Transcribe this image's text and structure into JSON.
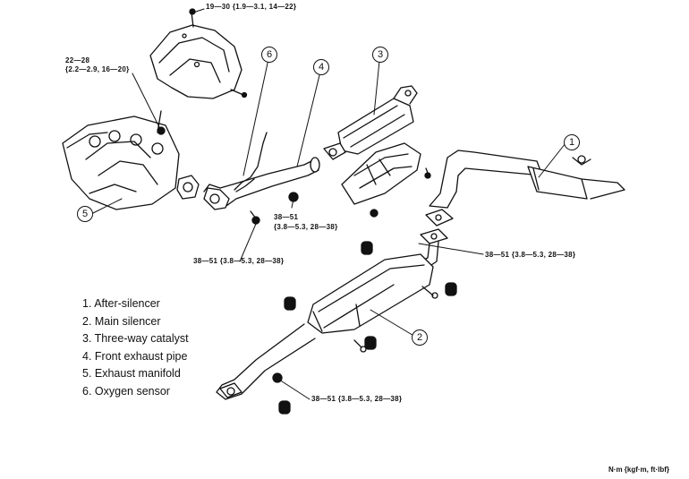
{
  "callouts": {
    "c1": "1",
    "c2": "2",
    "c3": "3",
    "c4": "4",
    "c5": "5",
    "c6": "6"
  },
  "torque_specs": {
    "top": "19—30 {1.9—3.1, 14—22}",
    "heat_shield_line1": "22—28",
    "heat_shield_line2": "{2.2—2.9, 16—20}",
    "front_pipe_center_line1": "38—51",
    "front_pipe_center_line2": "{3.8—5.3, 28—38}",
    "front_pipe_bottom": "38—51 {3.8—5.3, 28—38}",
    "main_silencer_joint": "38—51 {3.8—5.3, 28—38}",
    "rear_pipe_bottom": "38—51 {3.8—5.3, 28—38}"
  },
  "legend": [
    "1. After-silencer",
    "2. Main silencer",
    "3. Three-way catalyst",
    "4. Front exhaust pipe",
    "5. Exhaust manifold",
    "6. Oxygen sensor"
  ],
  "units": "N·m {kgf·m, ft·lbf}"
}
